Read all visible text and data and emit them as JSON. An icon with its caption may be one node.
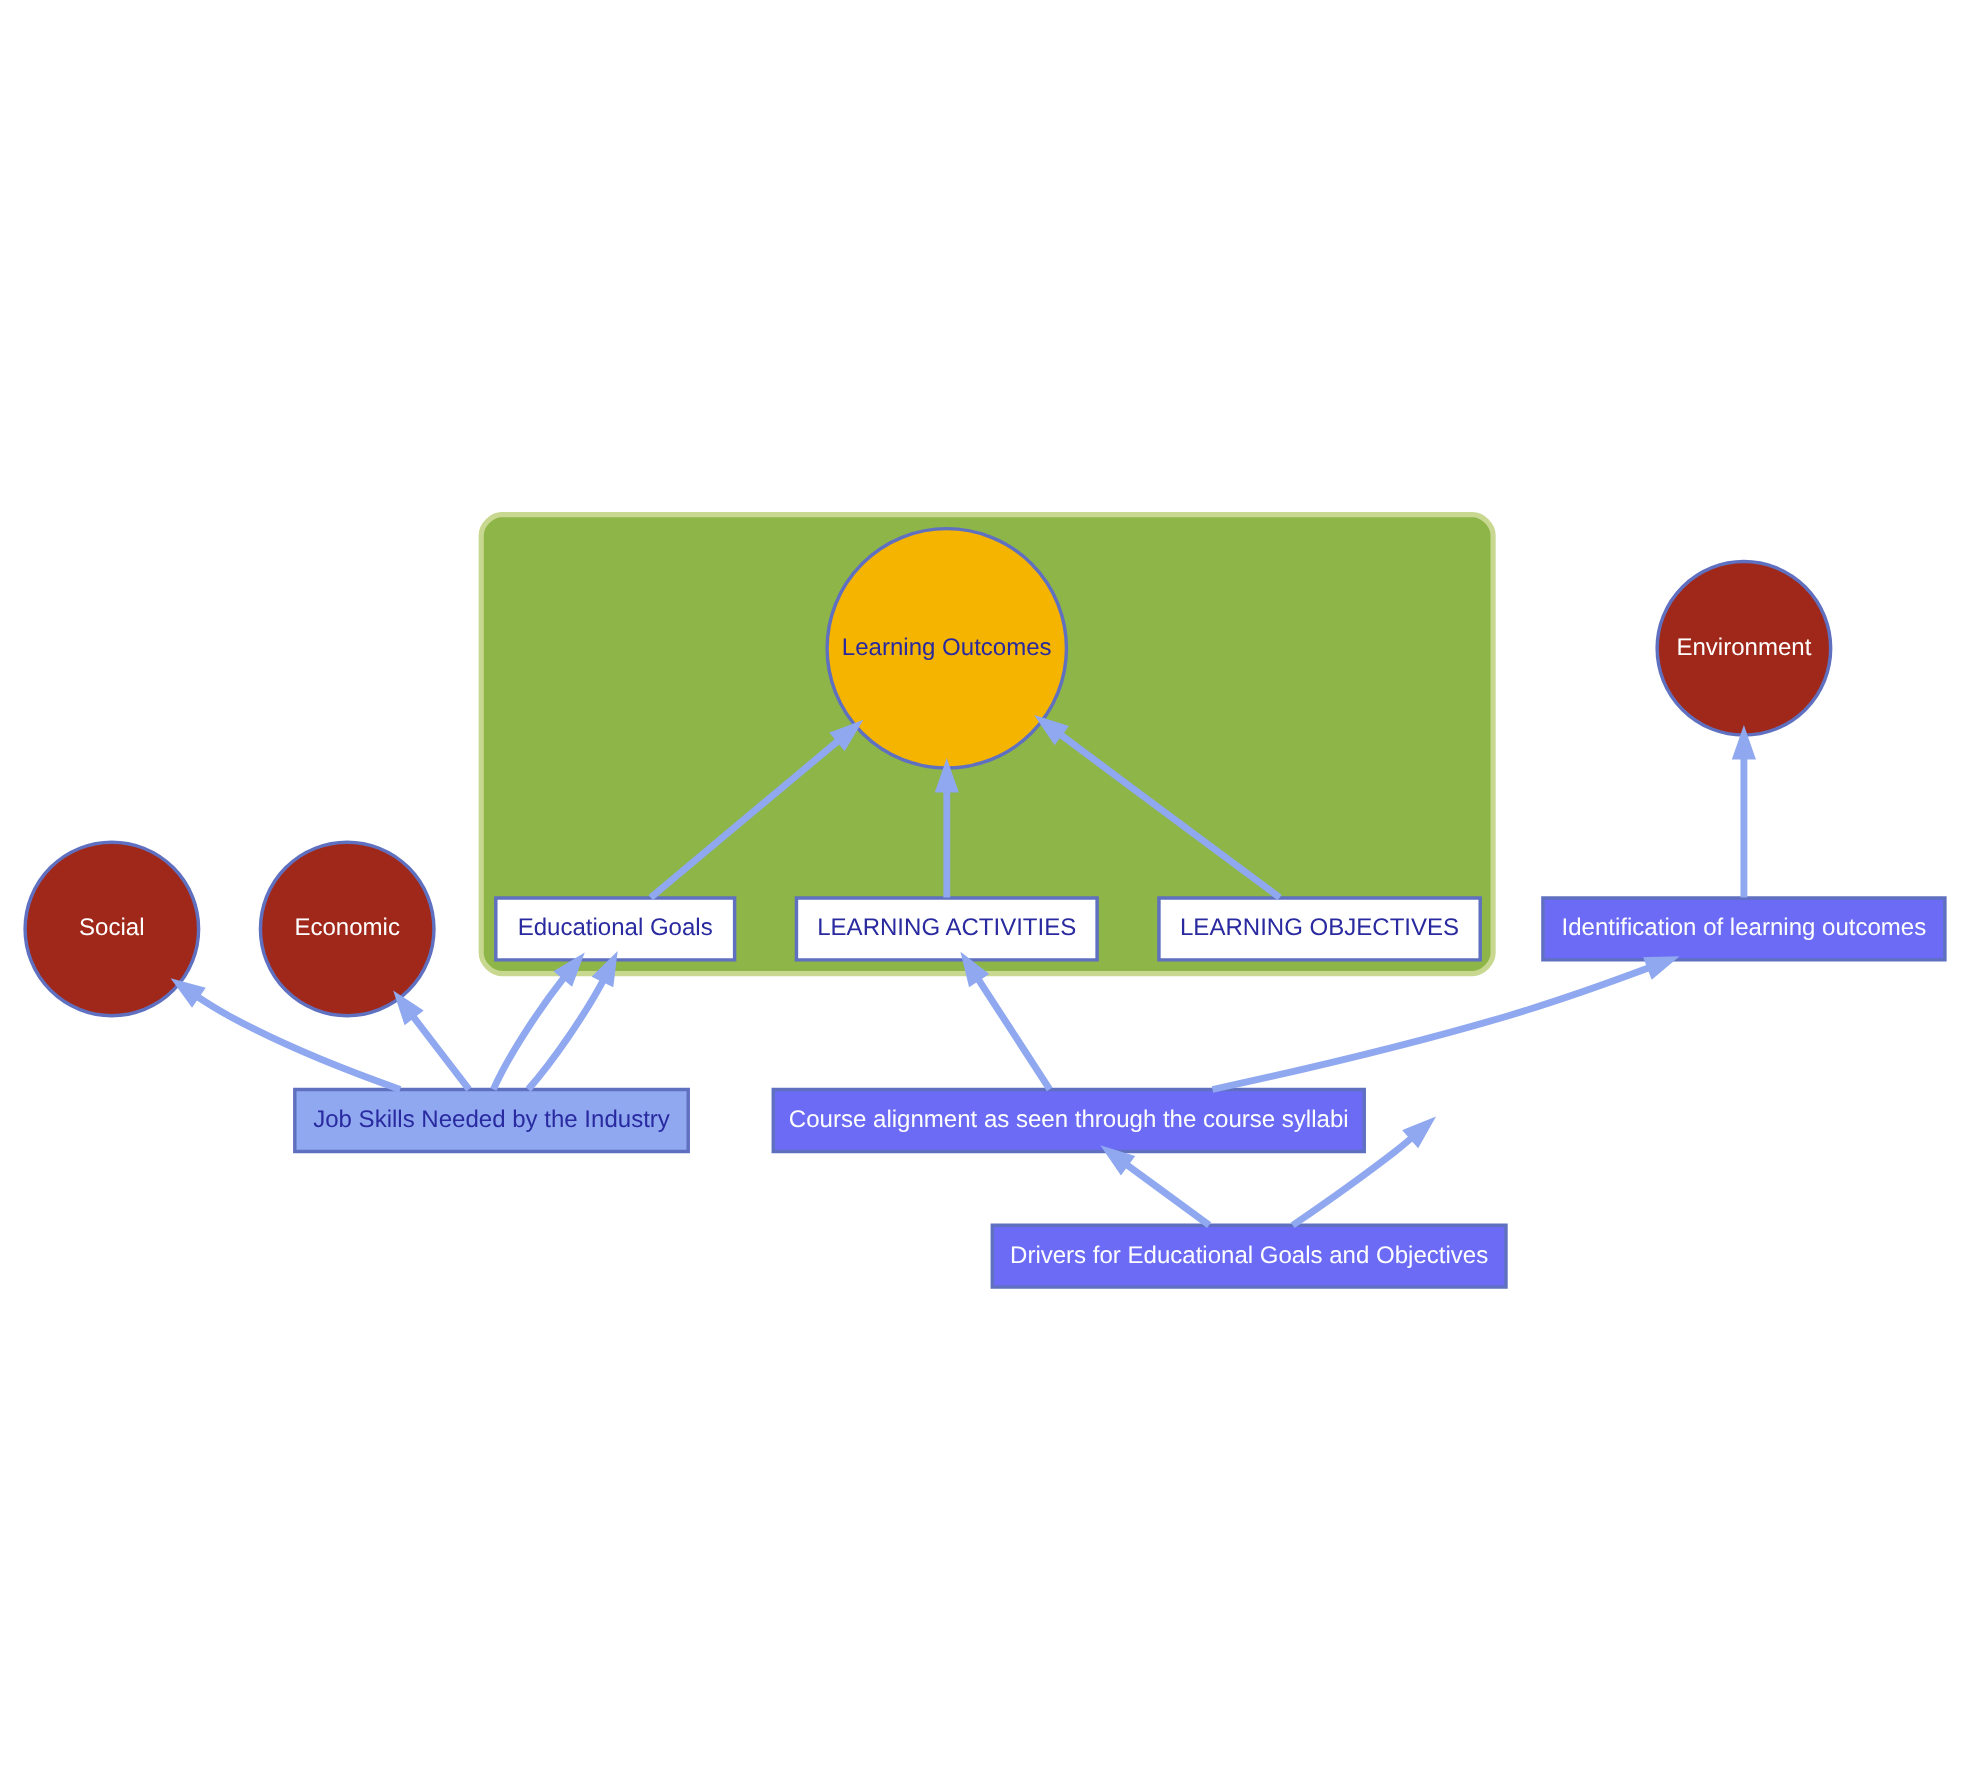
{
  "diagram": {
    "nodes": [
      {
        "text": [],
        "shape": "triangle"
      },
      {
        "text": [
          "Environment"
        ]
      },
      {
        "text": [
          "LEARNING OBJECTIVES"
        ],
        "in": 0
      },
      {
        "text": [
          "LEARNING ACTIVITIES"
        ],
        "in": 0
      },
      {
        "text": [
          "Learning Outcomes"
        ],
        "in": 0
      },
      {
        "text": [
          "Social"
        ]
      },
      {
        "text": [
          "Educational Goals"
        ],
        "in": 0
      },
      {
        "text": [
          "Economic"
        ]
      },
      {
        "text": [
          "Job Skills Needed by the Industry"
        ]
      },
      {
        "text": [
          "Identification of learning outcomes"
        ]
      },
      {
        "text": [
          "Course alignment as seen through the course syllabi"
        ]
      },
      {
        "text": [
          "Drivers for Educational Goals and Objectives"
        ]
      }
    ],
    "edges": [
      {
        "from": 2,
        "to": 4,
        "arrow": "to"
      },
      {
        "from": 3,
        "to": 4,
        "arrow": "to"
      },
      {
        "from": 6,
        "to": 4,
        "arrow": "to"
      },
      {
        "from": 8,
        "to": 5,
        "arrow": "to"
      },
      {
        "from": 8,
        "to": 6,
        "arrow": "to"
      },
      {
        "from": 8,
        "to": 6,
        "arrow": "to"
      },
      {
        "from": 8,
        "to": 7,
        "arrow": "to"
      },
      {
        "from": 11,
        "to": null,
        "arrow": "to"
      },
      {
        "from": 11,
        "to": 10,
        "arrow": "to"
      },
      {
        "from": 10,
        "to": 3,
        "arrow": "to"
      },
      {
        "from": 10,
        "to": 9,
        "arrow": "to"
      },
      {
        "from": 9,
        "to": 1,
        "arrow": "to"
      }
    ]
  }
}
